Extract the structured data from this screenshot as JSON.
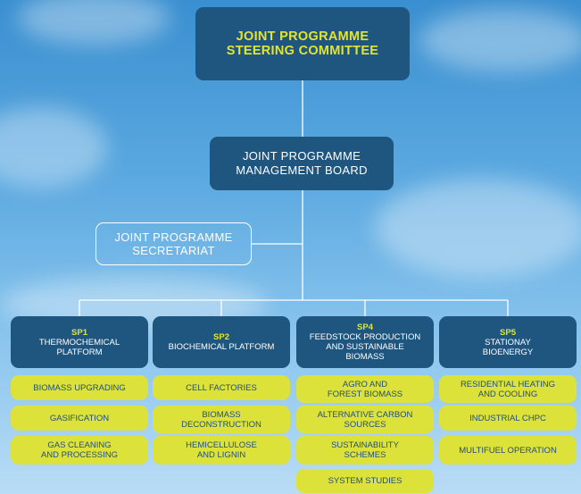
{
  "steering_committee": {
    "line1": "JOINT PROGRAMME",
    "line2": "STEERING COMMITTEE"
  },
  "management_board": {
    "line1": "JOINT PROGRAMME",
    "line2": "MANAGEMENT BOARD"
  },
  "secretariat": {
    "line1": "JOINT PROGRAMME",
    "line2": "SECRETARIAT"
  },
  "subprogrammes": [
    {
      "code": "SP1",
      "title": [
        "THERMOCHEMICAL",
        "PLATFORM"
      ],
      "items": [
        [
          "BIOMASS UPGRADING"
        ],
        [
          "GASIFICATION"
        ],
        [
          "GAS CLEANING",
          "AND PROCESSING"
        ]
      ]
    },
    {
      "code": "SP2",
      "title": [
        "BIOCHEMICAL PLATFORM"
      ],
      "items": [
        [
          "CELL FACTORIES"
        ],
        [
          "BIOMASS",
          "DECONSTRUCTION"
        ],
        [
          "HEMICELLULOSE",
          "AND LIGNIN"
        ]
      ]
    },
    {
      "code": "SP4",
      "title": [
        "FEEDSTOCK PRODUCTION",
        "AND SUSTAINABLE",
        "BIOMASS"
      ],
      "items": [
        [
          "AGRO AND",
          "FOREST BIOMASS"
        ],
        [
          "ALTERNATIVE CARBON",
          "SOURCES"
        ],
        [
          "SUSTAINABILITY",
          "SCHEMES"
        ],
        [
          "SYSTEM STUDIES"
        ]
      ]
    },
    {
      "code": "SP5",
      "title": [
        "STATIONAY",
        "BIOENERGY"
      ],
      "items": [
        [
          "RESIDENTIAL HEATING",
          "AND COOLING"
        ],
        [
          "INDUSTRIAL CHPC"
        ],
        [
          "MULTIFUEL OPERATION"
        ]
      ]
    }
  ]
}
